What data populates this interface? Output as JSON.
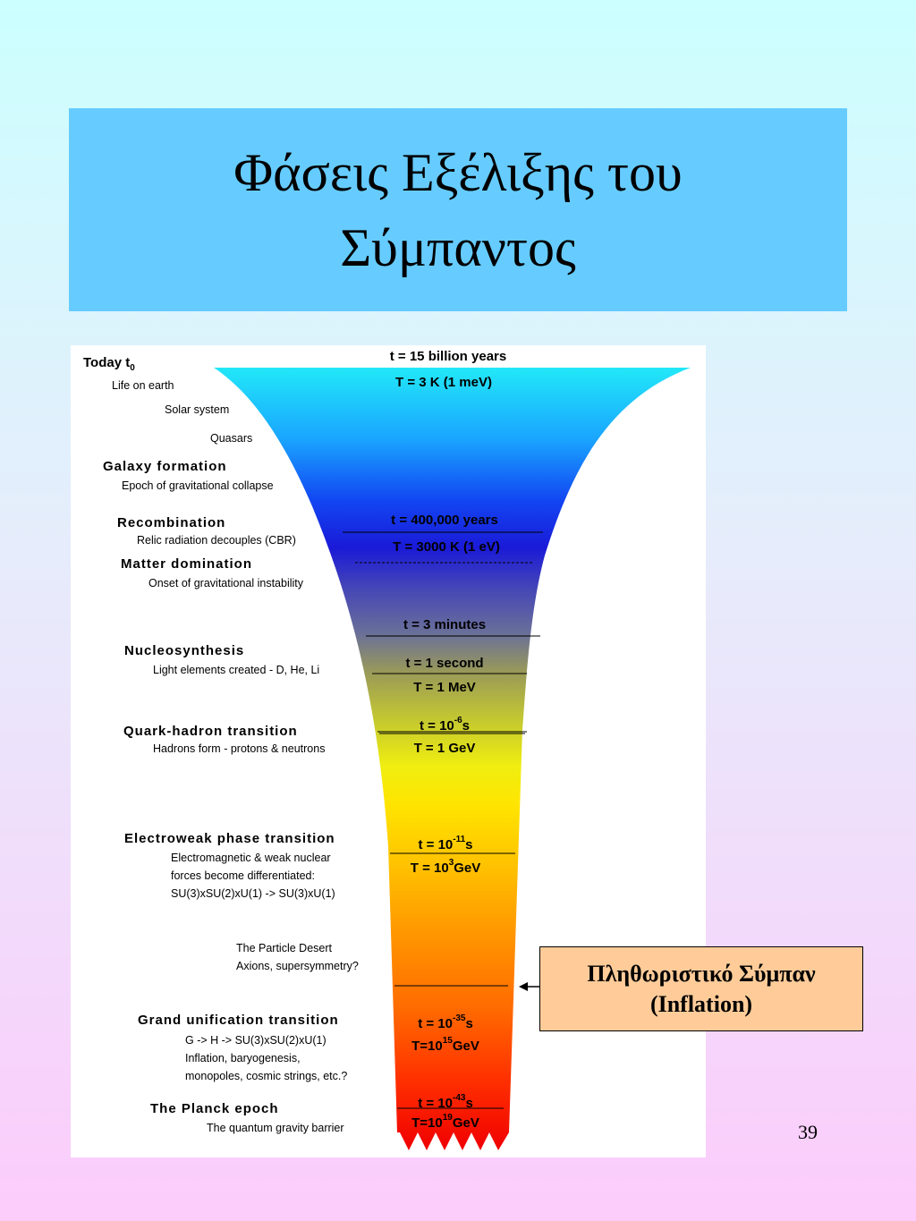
{
  "slide": {
    "title_line1": "Φάσεις Εξέλιξης του",
    "title_line2": "Σύμπαντος",
    "page_number": "39"
  },
  "callout": {
    "line1": "Πληθωριστικό Σύμπαν",
    "line2": "(Inflation)"
  },
  "diagram": {
    "today": {
      "label": "Today t",
      "sub": "0"
    },
    "epochs": [
      {
        "heading": "",
        "lines": [
          "Life on earth"
        ]
      },
      {
        "heading": "",
        "lines": [
          "Solar system"
        ]
      },
      {
        "heading": "",
        "lines": [
          "Quasars"
        ]
      },
      {
        "heading": "Galaxy formation",
        "lines": [
          "Epoch of gravitational collapse"
        ]
      },
      {
        "heading": "Recombination",
        "lines": [
          "Relic radiation decouples (CBR)"
        ]
      },
      {
        "heading": "Matter domination",
        "lines": [
          "Onset of gravitational instability"
        ]
      },
      {
        "heading": "Nucleosynthesis",
        "lines": [
          "Light elements created - D, He, Li"
        ]
      },
      {
        "heading": "Quark-hadron transition",
        "lines": [
          "Hadrons form - protons & neutrons"
        ]
      },
      {
        "heading": "Electroweak phase transition",
        "lines": [
          "Electromagnetic & weak nuclear",
          "forces become differentiated:",
          "SU(3)xSU(2)xU(1) -> SU(3)xU(1)"
        ]
      },
      {
        "heading": "",
        "lines": [
          "The Particle Desert",
          "Axions, supersymmetry?"
        ]
      },
      {
        "heading": "Grand unification transition",
        "lines": [
          "G -> H -> SU(3)xSU(2)xU(1)",
          "Inflation, baryogenesis,",
          "monopoles, cosmic strings, etc.?"
        ]
      },
      {
        "heading": "The Planck epoch",
        "lines": [
          "The quantum gravity barrier"
        ]
      }
    ],
    "funnel_labels": [
      {
        "text": "t = 15 billion years"
      },
      {
        "text": "T = 3 K   (1 meV)"
      },
      {
        "text": "t = 400,000 years"
      },
      {
        "text": "T = 3000 K   (1 eV)"
      },
      {
        "text": "t = 3 minutes"
      },
      {
        "text": "t = 1 second"
      },
      {
        "text": "T = 1 MeV"
      },
      {
        "text": "t = 10",
        "sup": "-6",
        "tail": "s"
      },
      {
        "text": "T = 1 GeV"
      },
      {
        "text": "t = 10",
        "sup": "-11",
        "tail": "s"
      },
      {
        "text": "T = 10",
        "sup": "3",
        "tail": "GeV"
      },
      {
        "text": "t = 10",
        "sup": "-35",
        "tail": "s"
      },
      {
        "text": "T=10",
        "sup": "15",
        "tail": "GeV"
      },
      {
        "text": "t = 10",
        "sup": "-43",
        "tail": "s"
      },
      {
        "text": "T=10",
        "sup": "19",
        "tail": "GeV"
      }
    ]
  }
}
